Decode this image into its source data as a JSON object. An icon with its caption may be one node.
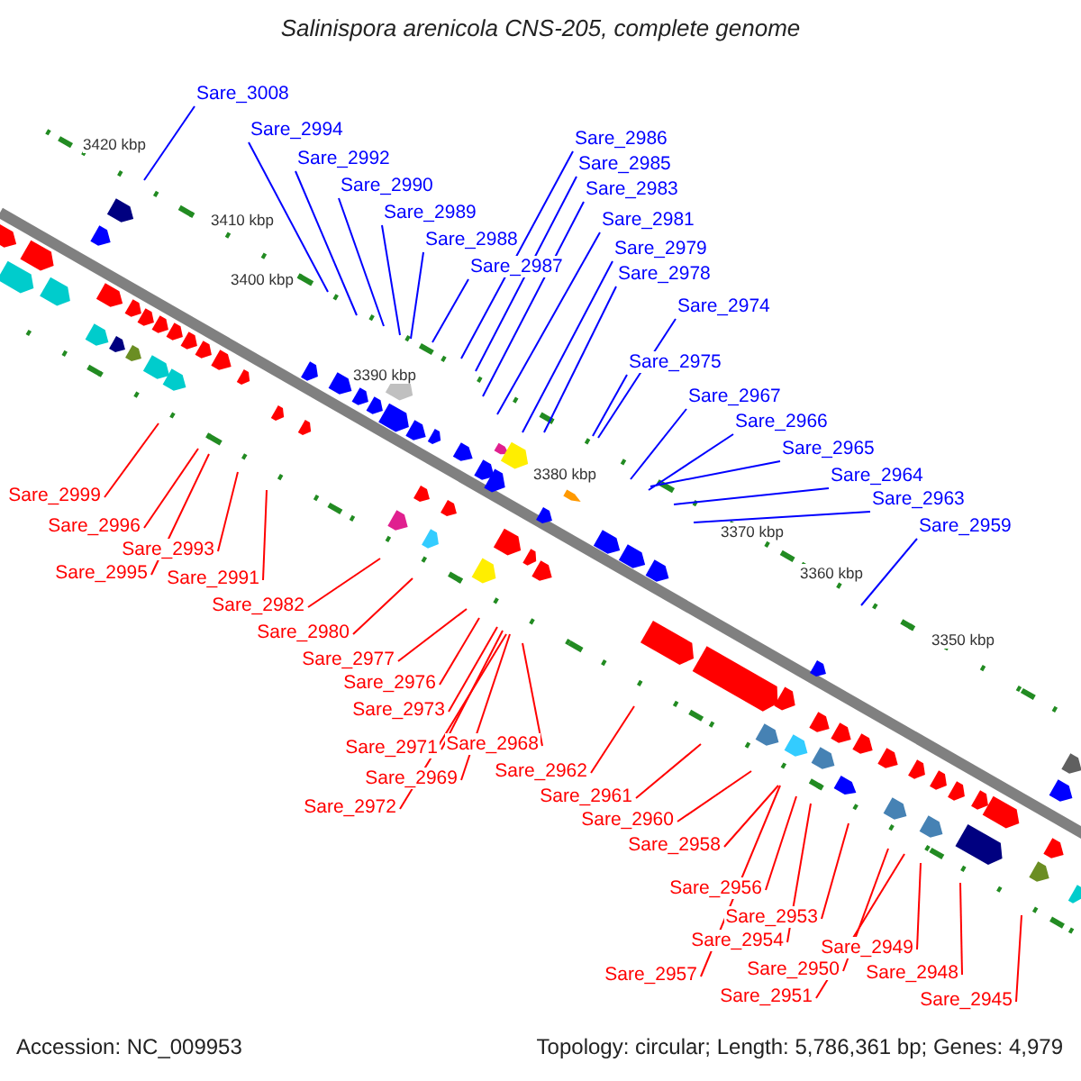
{
  "diagram": {
    "title": "Salinispora arenicola CNS-205, complete genome",
    "nodes": [
      {
        "text": [
          "Sare_3008"
        ]
      },
      {
        "text": [
          "Sare_2994"
        ]
      },
      {
        "text": [
          "Sare_2992"
        ]
      },
      {
        "text": [
          "Sare_2990"
        ]
      },
      {
        "text": [
          "Sare_2989"
        ]
      },
      {
        "text": [
          "Sare_2988"
        ]
      },
      {
        "text": [
          "Sare_2987"
        ]
      },
      {
        "text": [
          "Sare_2986"
        ]
      },
      {
        "text": [
          "Sare_2985"
        ]
      },
      {
        "text": [
          "Sare_2983"
        ]
      },
      {
        "text": [
          "Sare_2981"
        ]
      },
      {
        "text": [
          "Sare_2979"
        ]
      },
      {
        "text": [
          "Sare_2978"
        ]
      },
      {
        "text": [
          "Sare_2974"
        ]
      },
      {
        "text": [
          "Sare_2975"
        ]
      },
      {
        "text": [
          "Sare_2967"
        ]
      },
      {
        "text": [
          "Sare_2966"
        ]
      },
      {
        "text": [
          "Sare_2965"
        ]
      },
      {
        "text": [
          "Sare_2964"
        ]
      },
      {
        "text": [
          "Sare_2963"
        ]
      },
      {
        "text": [
          "Sare_2959"
        ]
      },
      {
        "text": [
          "Sare_2999"
        ]
      },
      {
        "text": [
          "Sare_2996"
        ]
      },
      {
        "text": [
          "Sare_2993"
        ]
      },
      {
        "text": [
          "Sare_2995"
        ]
      },
      {
        "text": [
          "Sare_2991"
        ]
      },
      {
        "text": [
          "Sare_2982"
        ]
      },
      {
        "text": [
          "Sare_2980"
        ]
      },
      {
        "text": [
          "Sare_2977"
        ]
      },
      {
        "text": [
          "Sare_2976"
        ]
      },
      {
        "text": [
          "Sare_2973"
        ]
      },
      {
        "text": [
          "Sare_2971"
        ]
      },
      {
        "text": [
          "Sare_2968"
        ]
      },
      {
        "text": [
          "Sare_2969"
        ]
      },
      {
        "text": [
          "Sare_2972"
        ]
      },
      {
        "text": [
          "Sare_2962"
        ]
      },
      {
        "text": [
          "Sare_2961"
        ]
      },
      {
        "text": [
          "Sare_2960"
        ]
      },
      {
        "text": [
          "Sare_2958"
        ]
      },
      {
        "text": [
          "Sare_2956"
        ]
      },
      {
        "text": [
          "Sare_2953"
        ]
      },
      {
        "text": [
          "Sare_2954"
        ]
      },
      {
        "text": [
          "Sare_2957"
        ]
      },
      {
        "text": [
          "Sare_2949"
        ]
      },
      {
        "text": [
          "Sare_2950"
        ]
      },
      {
        "text": [
          "Sare_2951"
        ]
      },
      {
        "text": [
          "Sare_2948"
        ]
      },
      {
        "text": [
          "Sare_2945"
        ]
      }
    ],
    "edges": [
      {
        "from": 0,
        "to": null,
        "arrow": "none",
        "color": "#0000ff"
      },
      {
        "from": 1,
        "to": null,
        "arrow": "none",
        "color": "#0000ff"
      },
      {
        "from": 2,
        "to": null,
        "arrow": "none",
        "color": "#0000ff"
      },
      {
        "from": 3,
        "to": null,
        "arrow": "none",
        "color": "#0000ff"
      },
      {
        "from": 4,
        "to": null,
        "arrow": "none",
        "color": "#0000ff"
      },
      {
        "from": 5,
        "to": null,
        "arrow": "none",
        "color": "#0000ff"
      },
      {
        "from": 6,
        "to": null,
        "arrow": "none",
        "color": "#0000ff"
      },
      {
        "from": 7,
        "to": null,
        "arrow": "none",
        "color": "#0000ff"
      },
      {
        "from": 8,
        "to": null,
        "arrow": "none",
        "color": "#0000ff"
      },
      {
        "from": 9,
        "to": null,
        "arrow": "none",
        "color": "#0000ff"
      },
      {
        "from": 10,
        "to": null,
        "arrow": "none",
        "color": "#0000ff"
      },
      {
        "from": 11,
        "to": null,
        "arrow": "none",
        "color": "#0000ff"
      },
      {
        "from": 12,
        "to": null,
        "arrow": "none",
        "color": "#0000ff"
      },
      {
        "from": 13,
        "to": null,
        "arrow": "none",
        "color": "#0000ff"
      },
      {
        "from": 14,
        "to": null,
        "arrow": "none",
        "color": "#0000ff"
      },
      {
        "from": 15,
        "to": null,
        "arrow": "none",
        "color": "#0000ff"
      },
      {
        "from": 16,
        "to": null,
        "arrow": "none",
        "color": "#0000ff"
      },
      {
        "from": 17,
        "to": null,
        "arrow": "none",
        "color": "#0000ff"
      },
      {
        "from": 18,
        "to": null,
        "arrow": "none",
        "color": "#0000ff"
      },
      {
        "from": 19,
        "to": null,
        "arrow": "none",
        "color": "#0000ff"
      },
      {
        "from": 20,
        "to": null,
        "arrow": "none",
        "color": "#0000ff"
      },
      {
        "from": 21,
        "to": null,
        "arrow": "none"
      },
      {
        "from": 22,
        "to": null,
        "arrow": "none"
      },
      {
        "from": 23,
        "to": null,
        "arrow": "none"
      },
      {
        "from": 24,
        "to": null,
        "arrow": "none"
      },
      {
        "from": 25,
        "to": null,
        "arrow": "none"
      },
      {
        "from": 26,
        "to": null,
        "arrow": "none"
      },
      {
        "from": 27,
        "to": null,
        "arrow": "none"
      },
      {
        "from": 28,
        "to": null,
        "arrow": "none"
      },
      {
        "from": 29,
        "to": null,
        "arrow": "none"
      },
      {
        "from": 30,
        "to": null,
        "arrow": "none"
      },
      {
        "from": 31,
        "to": null,
        "arrow": "none"
      },
      {
        "from": 32,
        "to": null,
        "arrow": "none"
      },
      {
        "from": 33,
        "to": null,
        "arrow": "none"
      },
      {
        "from": 34,
        "to": null,
        "arrow": "none"
      },
      {
        "from": 35,
        "to": null,
        "arrow": "none"
      },
      {
        "from": 36,
        "to": null,
        "arrow": "none"
      },
      {
        "from": 37,
        "to": null,
        "arrow": "none"
      },
      {
        "from": 38,
        "to": null,
        "arrow": "none"
      },
      {
        "from": 39,
        "to": null,
        "arrow": "none"
      },
      {
        "from": 40,
        "to": null,
        "arrow": "none"
      },
      {
        "from": 41,
        "to": null,
        "arrow": "none"
      },
      {
        "from": 42,
        "to": null,
        "arrow": "none"
      },
      {
        "from": 43,
        "to": null,
        "arrow": "none"
      },
      {
        "from": 44,
        "to": null,
        "arrow": "none"
      },
      {
        "from": 45,
        "to": null,
        "arrow": "none"
      },
      {
        "from": 46,
        "to": null,
        "arrow": "none"
      },
      {
        "from": 47,
        "to": null,
        "arrow": "none"
      }
    ],
    "labels": [
      "3420 kbp",
      "3410 kbp",
      "3400 kbp",
      "3390 kbp",
      "3380 kbp",
      "3370 kbp",
      "3360 kbp",
      "3350 kbp",
      "Accession: NC_009953",
      "Topology: circular; Length: 5,786,361 bp; Genes: 4,979"
    ]
  }
}
